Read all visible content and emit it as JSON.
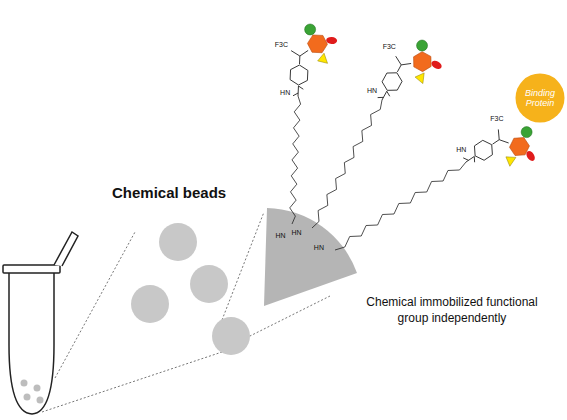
{
  "diagram": {
    "nodes": [
      {
        "text": [
          "Binding Protein"
        ]
      }
    ],
    "labels": [
      "Chemical beads",
      "Chemical immobilized functional group independently",
      "F3C",
      "F3C",
      "F3C",
      "HN",
      "HN",
      "HN",
      "HN",
      "HN",
      "HN"
    ]
  }
}
